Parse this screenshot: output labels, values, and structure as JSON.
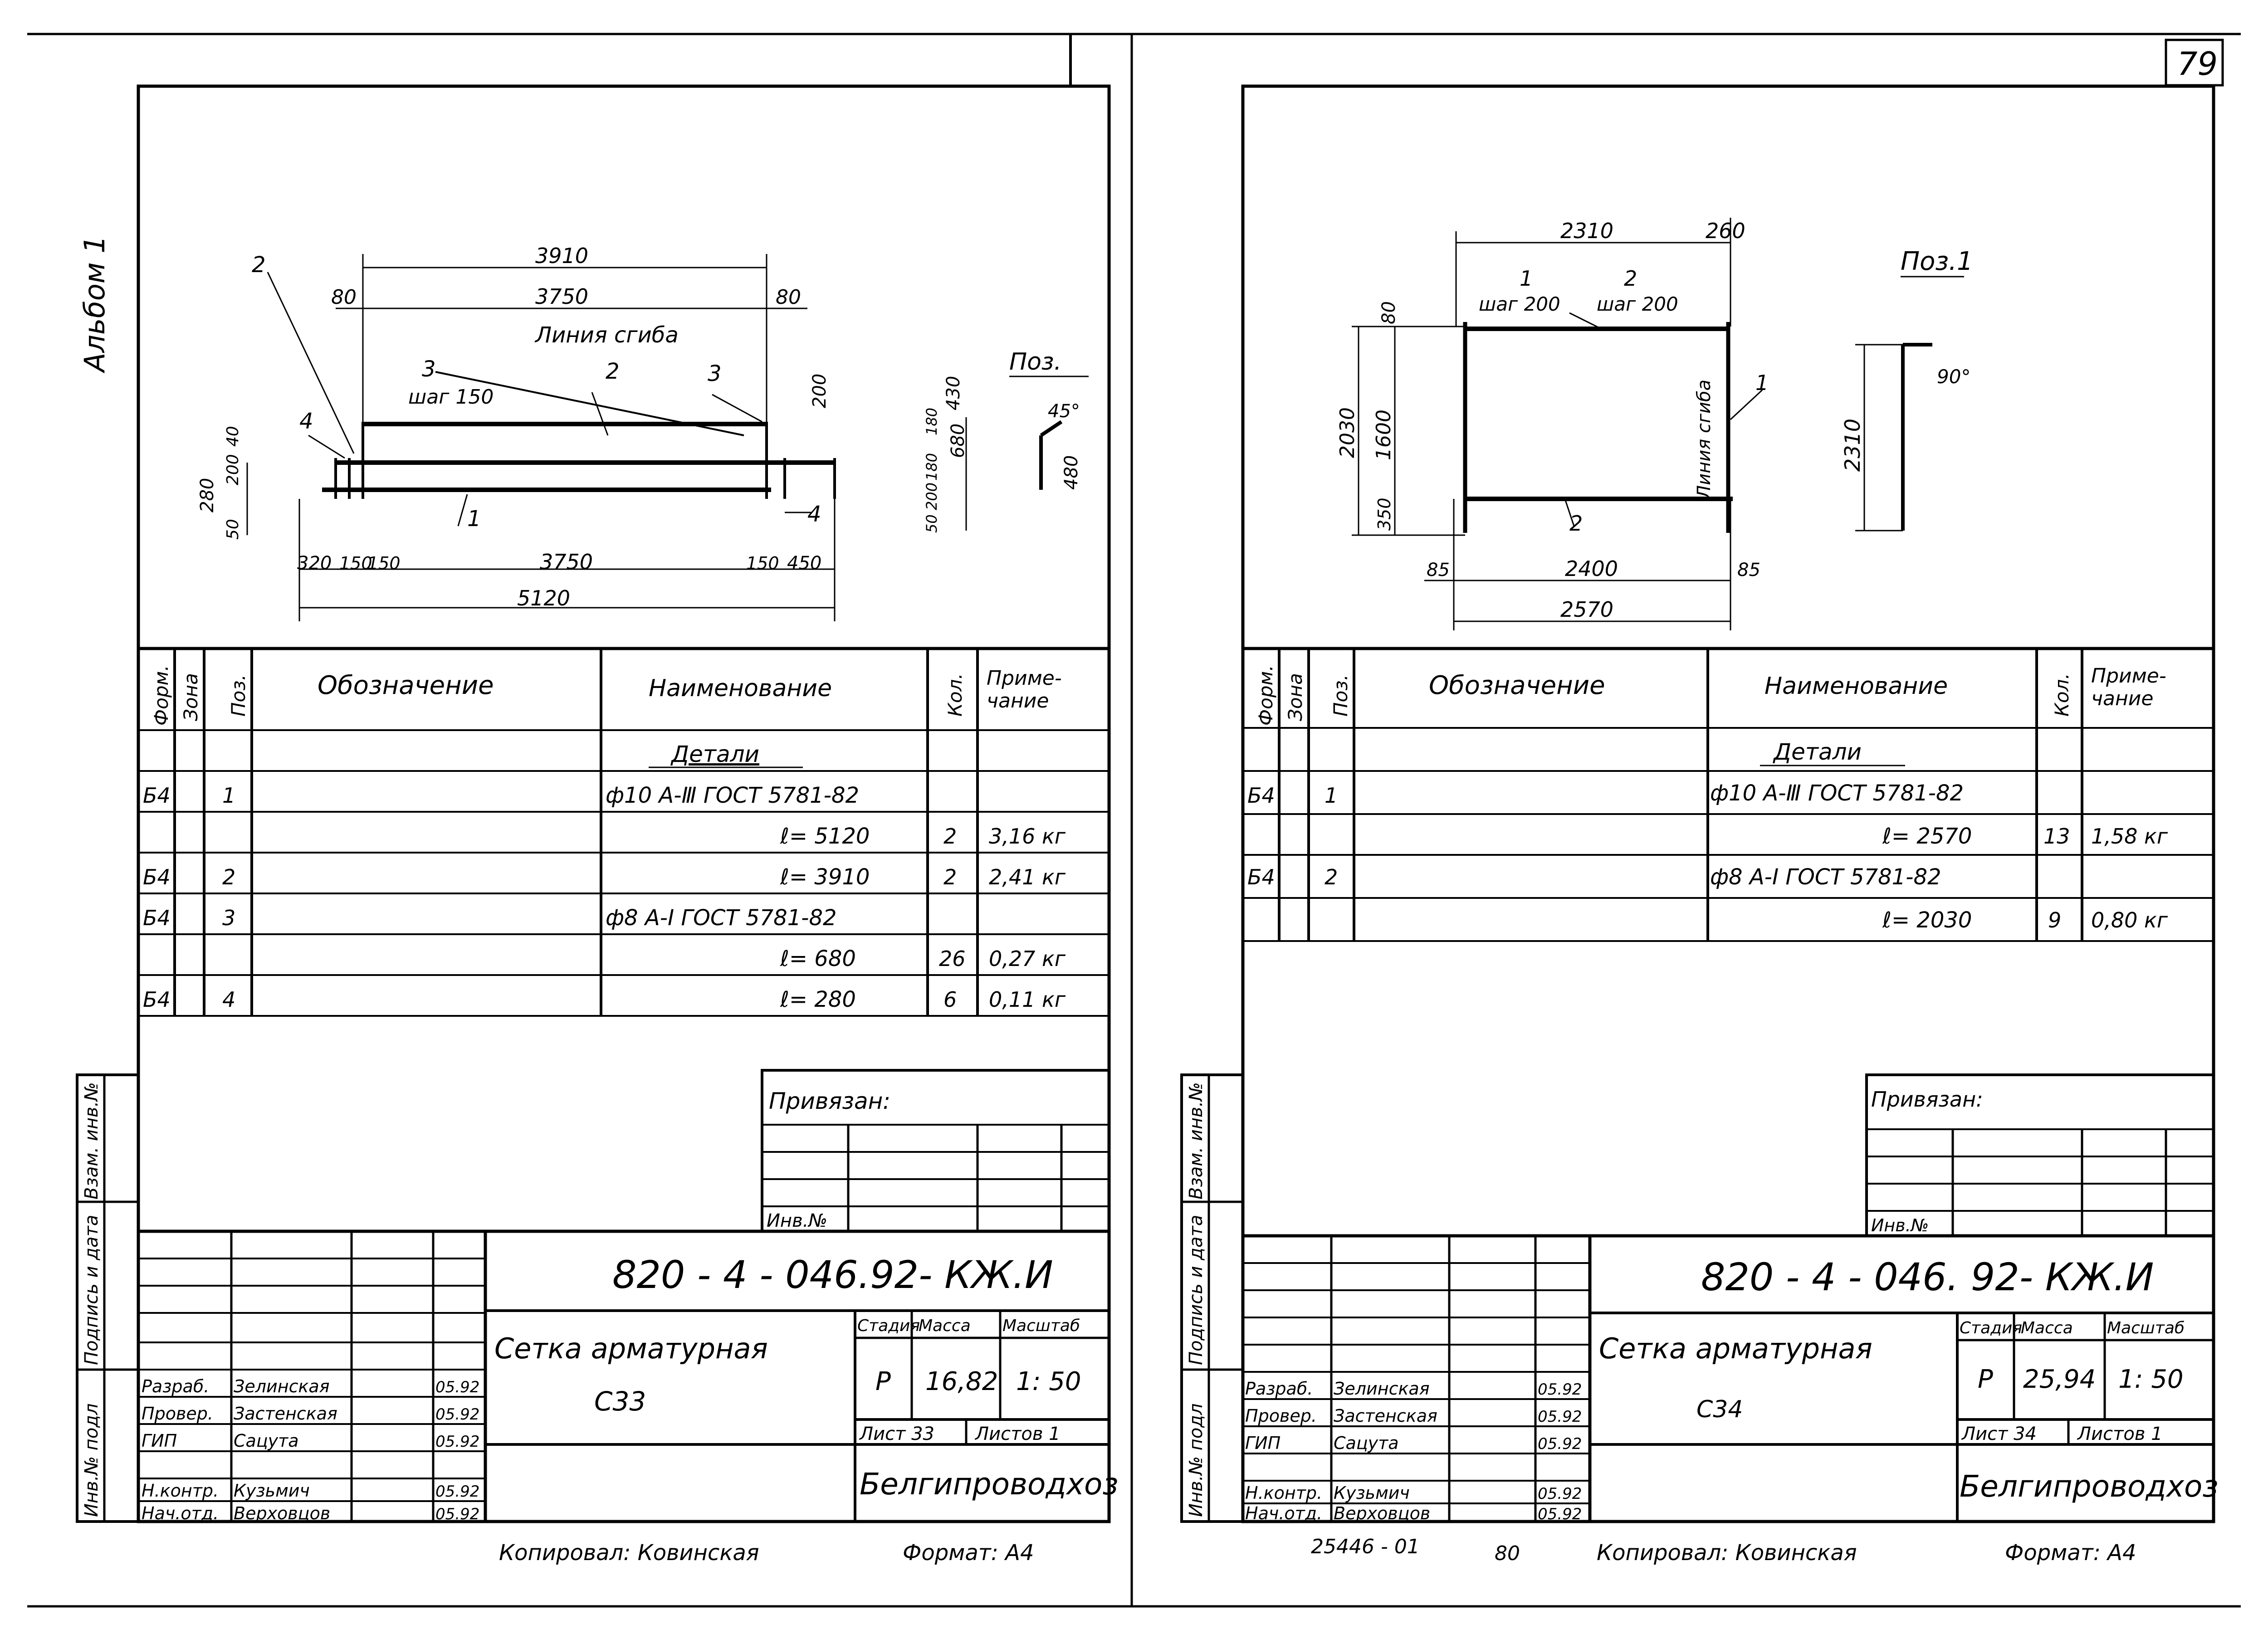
{
  "album_label": "Альбом 1",
  "page_number": "79",
  "left_sheet": {
    "drawing": {
      "pos_label": "Поз.",
      "bend_line_label": "Линия сгиба",
      "pos_marks": [
        "2",
        "3",
        "2",
        "3",
        "4",
        "4",
        "1"
      ],
      "step_label": "шаг 150",
      "angle": "45°",
      "dims": {
        "top_total": "3910",
        "top_inner": "3750",
        "left_80": "80",
        "right_80": "80",
        "d200": "200",
        "d430": "430",
        "d680": "680",
        "d480": "480",
        "d280": "280",
        "d200b": "200",
        "d40": "40",
        "d50": "50",
        "d150a": "150",
        "d150b": "150",
        "d150c": "150",
        "d320": "320",
        "bottom_3750": "3750",
        "d450": "450",
        "bottom_total": "5120",
        "d180": "180",
        "d180b": "180",
        "d50r": "50",
        "d200r": "200"
      }
    },
    "spec": {
      "headers": [
        "Форм.",
        "Зона",
        "Поз.",
        "Обозначение",
        "Наименование",
        "Кол.",
        "Приме-",
        "чание"
      ],
      "section_title": "Детали",
      "rows": [
        {
          "form": "Б4",
          "pos": "1",
          "name": "ф10 А-Ⅲ ГОСТ 5781-82",
          "qty": "",
          "note": ""
        },
        {
          "form": "",
          "pos": "",
          "name": "ℓ= 5120",
          "qty": "2",
          "note": "3,16 кг"
        },
        {
          "form": "Б4",
          "pos": "2",
          "name": "ℓ= 3910",
          "qty": "2",
          "note": "2,41 кг"
        },
        {
          "form": "Б4",
          "pos": "3",
          "name": "ф8 А-Ⅰ ГОСТ 5781-82",
          "qty": "",
          "note": ""
        },
        {
          "form": "",
          "pos": "",
          "name": "ℓ= 680",
          "qty": "26",
          "note": "0,27 кг"
        },
        {
          "form": "Б4",
          "pos": "4",
          "name": "ℓ= 280",
          "qty": "6",
          "note": "0,11 кг"
        }
      ]
    },
    "binding": {
      "title": "Привязан:",
      "inv": "Инв.№"
    },
    "side_stamp": [
      "Инв.№ подл",
      "Подпись и дата",
      "Взам. инв.№"
    ],
    "title_block": {
      "code": "820 - 4 - 046.92- КЖ.И",
      "name_line1": "Сетка арматурная",
      "name_line2": "С33",
      "stage_h": "Стадия",
      "mass_h": "Масса",
      "scale_h": "Масштаб",
      "stage": "Р",
      "mass": "16,82",
      "scale": "1: 50",
      "sheet": "Лист 33",
      "sheets": "Листов 1",
      "org": "Белгипроводхоз",
      "staff": [
        {
          "role": "Разраб.",
          "name": "Зелинская",
          "date": "05.92"
        },
        {
          "role": "Провер.",
          "name": "Застенская",
          "date": "05.92"
        },
        {
          "role": "ГИП",
          "name": "Сацута",
          "date": "05.92"
        },
        {
          "role": "Н.контр.",
          "name": "Кузьмич",
          "date": "05.92"
        },
        {
          "role": "Нач.отд.",
          "name": "Верховцов",
          "date": "05.92"
        }
      ]
    },
    "copied": "Копировал: Ковинская",
    "format": "Формат: А4"
  },
  "right_sheet": {
    "drawing": {
      "pos_label": "Поз.1",
      "bend_line_label": "Линия сгиба",
      "step1": "шаг 200",
      "step2": "шаг 200",
      "marks": [
        "1",
        "2",
        "1",
        "2"
      ],
      "angle": "90°",
      "dims": {
        "top_2310": "2310",
        "top_260": "260",
        "d80": "80",
        "d2030": "2030",
        "d1600": "1600",
        "d350": "350",
        "d85a": "85",
        "d2400": "2400",
        "d85b": "85",
        "d2570": "2570",
        "pos_2310": "2310"
      }
    },
    "spec": {
      "headers": [
        "Форм.",
        "Зона",
        "Поз.",
        "Обозначение",
        "Наименование",
        "Кол.",
        "Приме-",
        "чание"
      ],
      "section_title": "Детали",
      "rows": [
        {
          "form": "Б4",
          "pos": "1",
          "name": "ф10 А-Ⅲ ГОСТ 5781-82",
          "qty": "",
          "note": ""
        },
        {
          "form": "",
          "pos": "",
          "name": "ℓ= 2570",
          "qty": "13",
          "note": "1,58 кг"
        },
        {
          "form": "Б4",
          "pos": "2",
          "name": "ф8 А-Ⅰ ГОСТ 5781-82",
          "qty": "",
          "note": ""
        },
        {
          "form": "",
          "pos": "",
          "name": "ℓ= 2030",
          "qty": "9",
          "note": "0,80 кг"
        }
      ]
    },
    "binding": {
      "title": "Привязан:",
      "inv": "Инв.№"
    },
    "side_stamp": [
      "Инв.№ подл",
      "Подпись и дата",
      "Взам. инв.№"
    ],
    "title_block": {
      "code": "820 - 4 - 046. 92- КЖ.И",
      "name_line1": "Сетка арматурная",
      "name_line2": "С34",
      "stage_h": "Стадия",
      "mass_h": "Масса",
      "scale_h": "Масштаб",
      "stage": "Р",
      "mass": "25,94",
      "scale": "1: 50",
      "sheet": "Лист 34",
      "sheets": "Листов 1",
      "org": "Белгипроводхоз",
      "staff": [
        {
          "role": "Разраб.",
          "name": "Зелинская",
          "date": "05.92"
        },
        {
          "role": "Провер.",
          "name": "Застенская",
          "date": "05.92"
        },
        {
          "role": "ГИП",
          "name": "Сацута",
          "date": "05.92"
        },
        {
          "role": "Н.контр.",
          "name": "Кузьмич",
          "date": "05.92"
        },
        {
          "role": "Нач.отд.",
          "name": "Верховцов",
          "date": "05.92"
        }
      ]
    },
    "order_no": "25446 - 01",
    "page_80": "80",
    "copied": "Копировал: Ковинская",
    "format": "Формат: А4"
  }
}
